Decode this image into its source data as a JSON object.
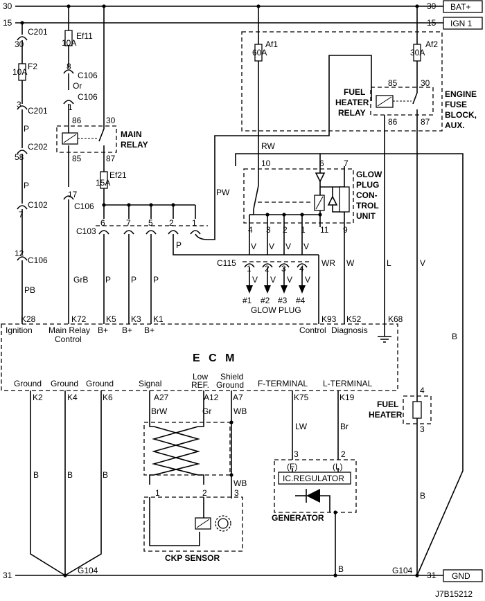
{
  "rails": {
    "bat_num_left": "30",
    "bat_num_right": "30",
    "bat_label": "BAT+",
    "ign_num_left": "15",
    "ign_num_right": "15",
    "ign_label": "IGN 1",
    "gnd_num_left": "31",
    "gnd_num_right": "31",
    "gnd_label": "GND"
  },
  "left_column": {
    "c201_a_pin": "30",
    "c201_a": "C201",
    "fuse_f2": "F2",
    "fuse_f2_rating": "10A",
    "c201_b_pin": "3",
    "c201_b": "C201",
    "wire_p1": "P",
    "c202_pin": "58",
    "c202": "C202",
    "wire_p2": "P",
    "c102_pin": "7",
    "c102": "C102",
    "c106_pin": "12",
    "c106": "C106",
    "wire_pb": "PB"
  },
  "ef11_column": {
    "fuse": "Ef11",
    "rating": "10A",
    "c106_a_pin": "8",
    "c106_a": "C106",
    "wire_or": "Or",
    "c106_b": "C106",
    "c106_b_pin": "1"
  },
  "main_relay": {
    "label_1": "MAIN",
    "label_2": "RELAY",
    "pin_86": "86",
    "pin_30": "30",
    "pin_85": "85",
    "pin_87": "87",
    "c106_pin": "17",
    "c106": "C106",
    "wire_grb": "GrB"
  },
  "ef21": {
    "fuse": "Ef21",
    "rating": "15A"
  },
  "c103": {
    "label": "C103",
    "pins": [
      "6",
      "7",
      "5",
      "2",
      "1"
    ],
    "wires": [
      "P",
      "P",
      "P"
    ],
    "wire_p_lower": "P",
    "wire_pw": "PW"
  },
  "engine_fuse": {
    "af1": "Af1",
    "af1_rating": "60A",
    "af2": "Af2",
    "af2_rating": "30A",
    "label_1": "ENGINE",
    "label_2": "FUSE",
    "label_3": "BLOCK,",
    "label_4": "AUX."
  },
  "fuel_heater_relay": {
    "label_1": "FUEL",
    "label_2": "HEATER",
    "label_3": "RELAY",
    "pin_85": "85",
    "pin_30": "30",
    "pin_86": "86",
    "pin_87": "87"
  },
  "glow_unit": {
    "label_1": "GLOW",
    "label_2": "PLUG",
    "label_3": "CON-",
    "label_4": "TROL",
    "label_5": "UNIT",
    "pin_10": "10",
    "pin_6": "6",
    "pin_7": "7",
    "pin_11": "11",
    "pin_9": "9",
    "out_pins": [
      "4",
      "3",
      "2",
      "1"
    ],
    "wire_rw": "RW"
  },
  "c115": {
    "label": "C115",
    "upper_wires": [
      "V",
      "V",
      "V",
      "V"
    ],
    "lower_pins": [
      "1",
      "2",
      "3",
      "4"
    ],
    "lower_wires": [
      "V",
      "V",
      "V",
      "V"
    ],
    "plugs": [
      "#1",
      "#2",
      "#3",
      "#4"
    ],
    "caption": "GLOW PLUG"
  },
  "wires_right": {
    "wr": "WR",
    "w": "W",
    "l": "L",
    "v": "V",
    "b": "B"
  },
  "ecm": {
    "title": "E C M",
    "top_pins": [
      "K28",
      "K72",
      "K5",
      "K3",
      "K1",
      "K93",
      "K52",
      "K68"
    ],
    "top_labels": {
      "ignition": "Ignition",
      "main_relay_1": "Main Relay",
      "main_relay_2": "Control",
      "bplus": "B+",
      "control": "Control",
      "diagnosis": "Diagnosis"
    },
    "bottom_labels": {
      "ground": "Ground",
      "signal": "Signal",
      "low_ref_1": "Low",
      "low_ref_2": "REF.",
      "shield_1": "Shield",
      "shield_2": "Ground",
      "f_terminal": "F-TERMINAL",
      "l_terminal": "L-TERMINAL"
    },
    "bottom_pins": [
      "K2",
      "K4",
      "K6",
      "A27",
      "A12",
      "A7",
      "K75",
      "K19"
    ]
  },
  "grounds": {
    "wires": [
      "B",
      "B",
      "B"
    ],
    "g104_left": "G104",
    "g104_right": "G104",
    "gen_wire": "B"
  },
  "ckp": {
    "label": "CKP SENSOR",
    "wire_brw": "BrW",
    "wire_gr": "Gr",
    "wire_wb1": "WB",
    "wire_wb2": "WB",
    "pins": [
      "1",
      "2",
      "3"
    ]
  },
  "generator": {
    "label": "GENERATOR",
    "wire_lw": "LW",
    "wire_br": "Br",
    "pin_3": "3",
    "pin_2": "2",
    "pin_f": "(F)",
    "pin_l": "(L)",
    "regulator": "IC.REGULATOR"
  },
  "fuel_heater": {
    "label_1": "FUEL",
    "label_2": "HEATER",
    "pin_4": "4",
    "pin_3": "3",
    "wire_b": "B"
  },
  "footer": {
    "code": "J7B15212"
  }
}
